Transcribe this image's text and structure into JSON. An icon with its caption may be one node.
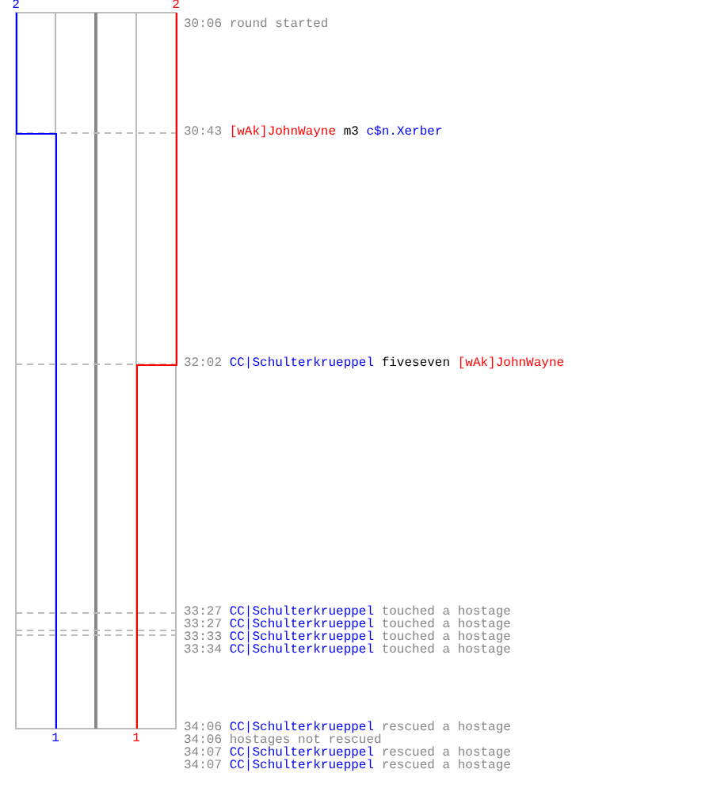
{
  "diagram": {
    "labels": [
      "2",
      "2",
      "30:06",
      "round started",
      "30:43",
      "[wAk]JohnWayne",
      "m3",
      "c$n.Xerber",
      "32:02",
      "CC|Schulterkrueppel",
      "fiveseven",
      "[wAk]JohnWayne",
      "33:27",
      "CC|Schulterkrueppel",
      "touched a hostage",
      "33:27",
      "CC|Schulterkrueppel",
      "touched a hostage",
      "33:33",
      "CC|Schulterkrueppel",
      "touched a hostage",
      "33:34",
      "CC|Schulterkrueppel",
      "touched a hostage",
      "34:06",
      "CC|Schulterkrueppel",
      "rescued a hostage",
      "1",
      "1",
      "34:06",
      "hostages not rescued",
      "34:07",
      "CC|Schulterkrueppel",
      "rescued a hostage",
      "34:07",
      "CC|Schulterkrueppel",
      "rescued a hostage"
    ]
  }
}
